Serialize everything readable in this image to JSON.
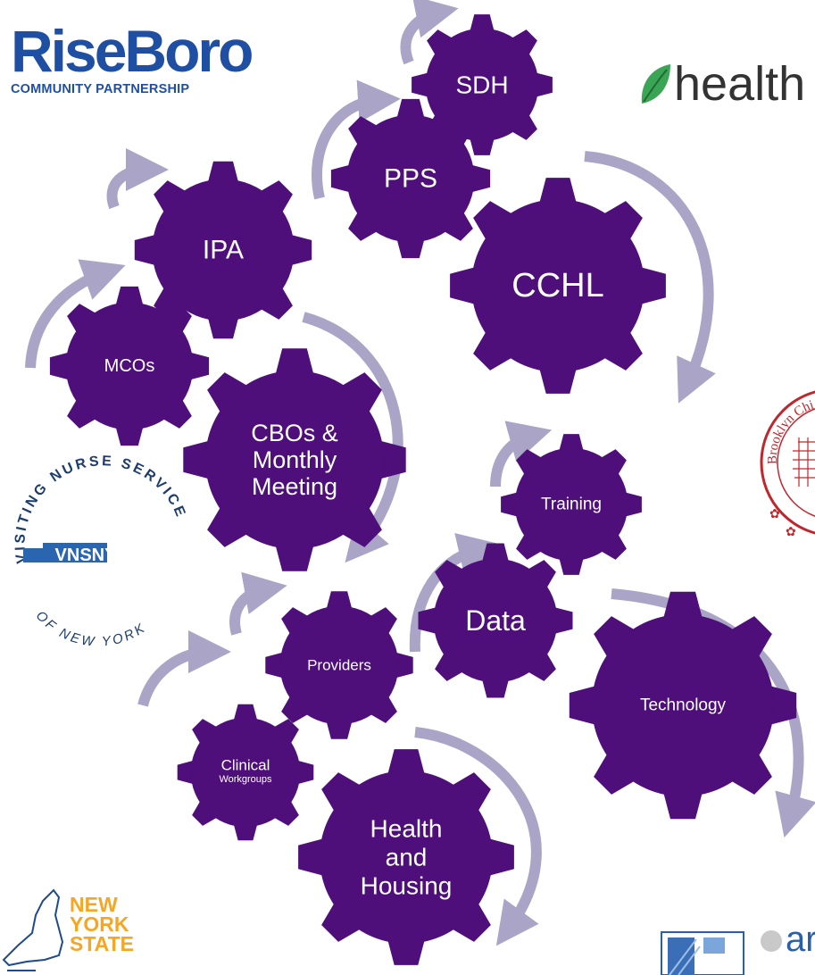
{
  "diagram": {
    "gears": [
      {
        "id": "sdh",
        "lines": [
          "SDH"
        ]
      },
      {
        "id": "pps",
        "lines": [
          "PPS"
        ]
      },
      {
        "id": "ipa",
        "lines": [
          "IPA"
        ]
      },
      {
        "id": "cchl",
        "lines": [
          "CCHL"
        ]
      },
      {
        "id": "mcos",
        "lines": [
          "MCOs"
        ]
      },
      {
        "id": "cbos",
        "lines": [
          "CBOs &",
          "Monthly",
          "Meeting"
        ]
      },
      {
        "id": "training",
        "lines": [
          "Training"
        ]
      },
      {
        "id": "data",
        "lines": [
          "Data"
        ]
      },
      {
        "id": "providers",
        "lines": [
          "Providers"
        ]
      },
      {
        "id": "technology",
        "lines": [
          "Technology"
        ]
      },
      {
        "id": "clinical",
        "lines": [
          "Clinical",
          "Workgroups"
        ]
      },
      {
        "id": "housing",
        "lines": [
          "Health",
          "and",
          "Housing"
        ]
      }
    ],
    "colors": {
      "gear": "#4e0f7a",
      "arrow": "#aaa5c6",
      "label": "#ffffff"
    }
  },
  "logos": {
    "riseboro": {
      "name": "RiseBoro",
      "tagline": "COMMUNITY PARTNERSHIP"
    },
    "healthfirst": {
      "text": "health"
    },
    "bcac": {
      "text": "Brooklyn Chi"
    },
    "vnsny": {
      "ring_top": "VISITING NURSE SERVICE",
      "ring_bottom": "OF NEW YORK",
      "center": "VNSNY"
    },
    "nys": {
      "lines": [
        "NEW",
        "YORK",
        "STATE"
      ]
    },
    "arc": {
      "text": "ar"
    }
  }
}
